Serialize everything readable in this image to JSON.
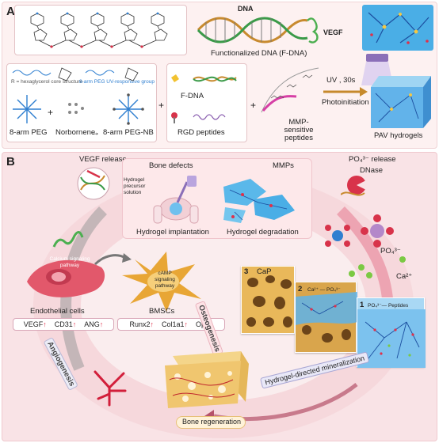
{
  "panel_a": {
    "letter": "A",
    "dna_label": "DNA",
    "vegf_label": "VEGF",
    "fdna_title": "Functionalized DNA (F-DNA)",
    "peg_legend_1": "R = hexaglycerol core structure",
    "peg_legend_2": "8-arm PEG  UV-responsive group",
    "peg8": "8-arm PEG",
    "plus": "+",
    "norbornene": "Norbornene",
    "arrow": "→",
    "pegnb": "8-arm PEG-NB",
    "fdna_short": "F-DNA",
    "rgd": "RGD peptides",
    "mmp": "MMP-sensitive peptides",
    "uv": "UV , 30s",
    "photo": "Photoinitiation",
    "pav": "PAV hydrogels"
  },
  "panel_b": {
    "letter": "B",
    "vegf_release": "VEGF release",
    "po4_release": "PO₄³⁻ release",
    "dnase": "DNase",
    "bone_defects": "Bone defects",
    "precursor": "Hydrogel precursor solution",
    "mmps": "MMPs",
    "implant": "Hydrogel implantation",
    "degrade": "Hydrogel degradation",
    "po4": "PO₄³⁻",
    "ca": "Ca²⁺",
    "calcium": "Calcium signaling pathway",
    "camp": "cAMP signaling pathway",
    "endo": "Endothelial cells",
    "bmsc": "BMSCs",
    "genes_endo": [
      "VEGF",
      "CD31",
      "ANG"
    ],
    "genes_bmsc": [
      "Runx2",
      "Col1a1",
      "Opn"
    ],
    "up_arrow": "↑",
    "osteo": "Osteogenesis",
    "angio": "Angiogenesis",
    "stage3": "3",
    "cap": "CaP",
    "stage2": "2",
    "stage2_text": "Ca²⁺ — PO₄³⁻",
    "stage1": "1",
    "stage1_text": "PO₄³⁻— Peptides",
    "bone_regen": "Bone regeneration",
    "mineral": "Hydrogel-directed mineralization"
  },
  "colors": {
    "panel_a_bg": "#fbeaea",
    "panel_b_bg": "#f7dadd",
    "accent_blue": "#2f7fd0",
    "accent_red": "#d8334a",
    "gray_arrow": "#8f8f8f"
  }
}
